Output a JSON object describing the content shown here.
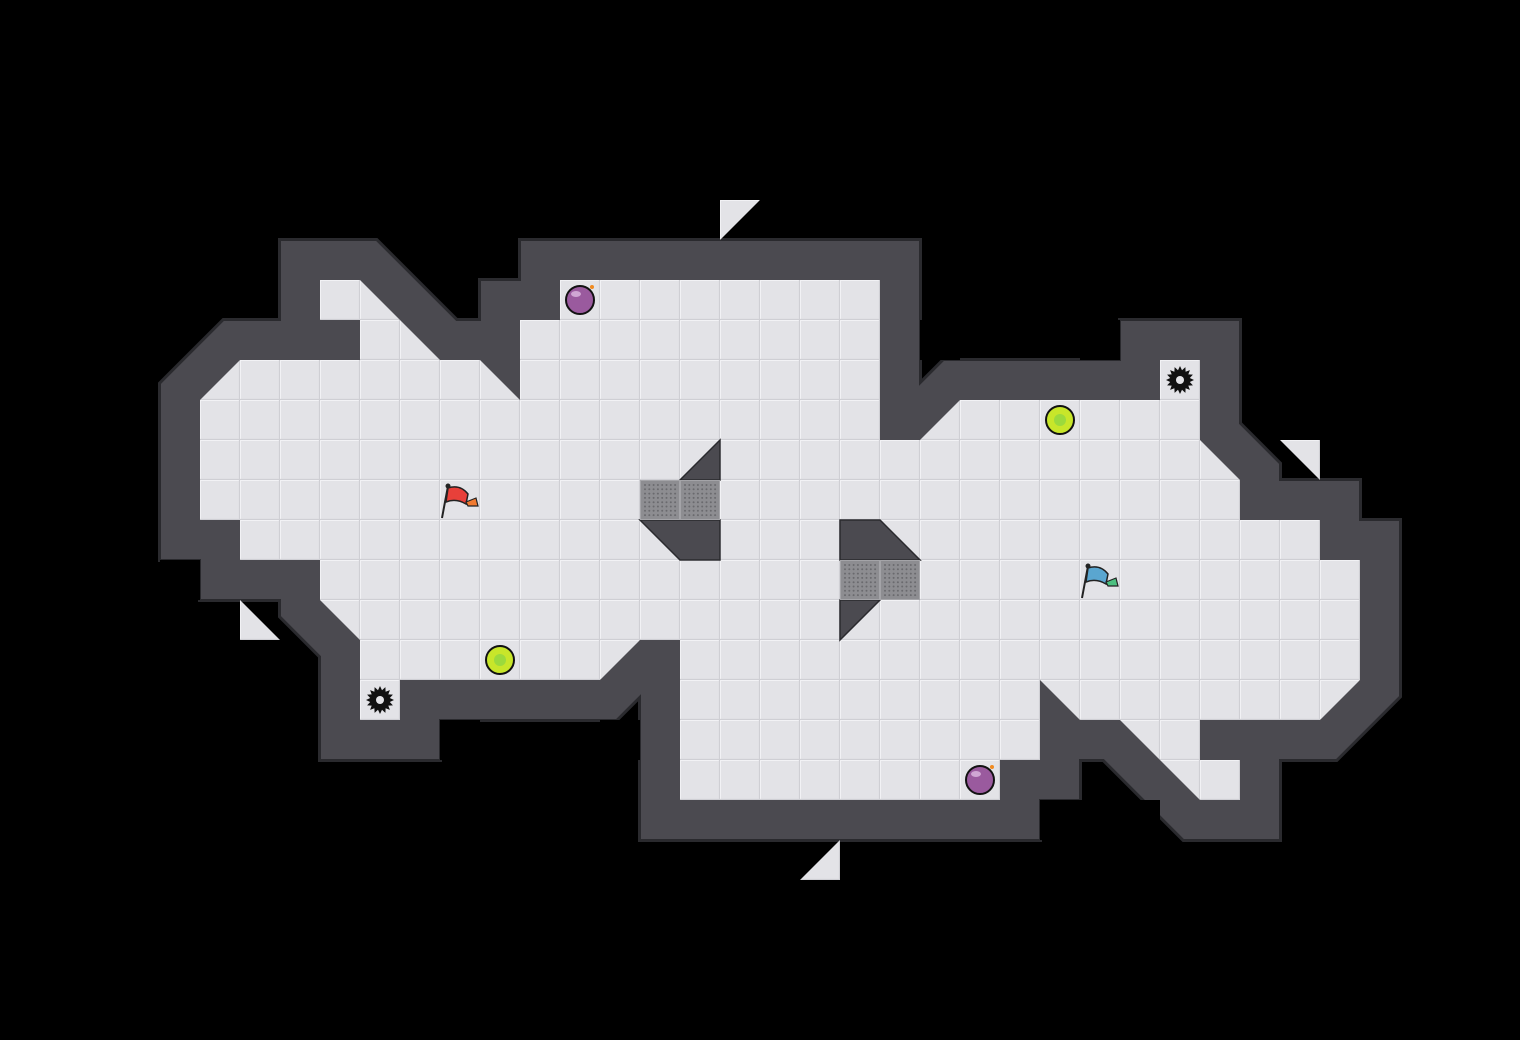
{
  "game": {
    "colors": {
      "background": "#000000",
      "floor": "#e3e3e7",
      "floor_grid": "#d2d2d7",
      "wall": "#4b4a50",
      "wall_edge": "#2a2a2e",
      "gate": "#8a8a8e",
      "bomb": "#9a5a9e",
      "boost": "#c8e62a",
      "spike": "#111111",
      "red_flag": "#e8403a",
      "blue_flag": "#5aa6d0"
    },
    "entities": [
      {
        "type": "bomb",
        "name": "bomb-top"
      },
      {
        "type": "bomb",
        "name": "bomb-bottom"
      },
      {
        "type": "boost",
        "name": "boost-left"
      },
      {
        "type": "boost",
        "name": "boost-right"
      },
      {
        "type": "spike",
        "name": "spike-left"
      },
      {
        "type": "spike",
        "name": "spike-right"
      },
      {
        "type": "red-flag",
        "name": "red-flag"
      },
      {
        "type": "blue-flag",
        "name": "blue-flag"
      }
    ]
  }
}
